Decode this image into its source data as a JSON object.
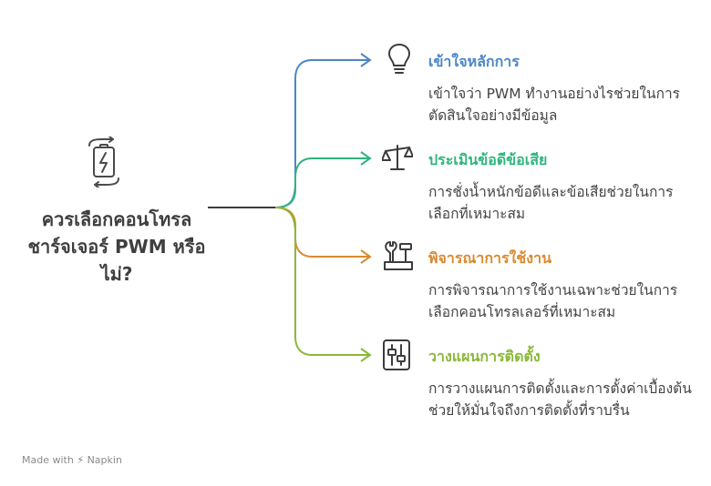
{
  "root": {
    "title": "ควรเลือกคอนโทรลชาร์จเจอร์ PWM หรือไม่?",
    "icon": "battery-charging-cycle-icon"
  },
  "branches": [
    {
      "title": "เข้าใจหลักการ",
      "desc": "เข้าใจว่า PWM ทำงานอย่างไรช่วยในการตัดสินใจอย่างมีข้อมูล",
      "color": "#4a86c8",
      "icon": "lightbulb-icon"
    },
    {
      "title": "ประเมินข้อดีข้อเสีย",
      "desc": "การชั่งน้ำหนักข้อดีและข้อเสียช่วยในการเลือกที่เหมาะสม",
      "color": "#2fb57e",
      "icon": "balance-scale-icon"
    },
    {
      "title": "พิจารณาการใช้งาน",
      "desc": "การพิจารณาการใช้งานเฉพาะช่วยในการเลือกคอนโทรลเลอร์ที่เหมาะสม",
      "color": "#d98a2e",
      "icon": "tools-icon"
    },
    {
      "title": "วางแผนการติดตั้ง",
      "desc": "การวางแผนการติดตั้งและการตั้งค่าเบื้องต้นช่วยให้มั่นใจถึงการติดตั้งที่ราบรื่น",
      "color": "#8ab83a",
      "icon": "sliders-panel-icon"
    }
  ],
  "footer": {
    "prefix": "Made with",
    "brand": "Napkin"
  }
}
